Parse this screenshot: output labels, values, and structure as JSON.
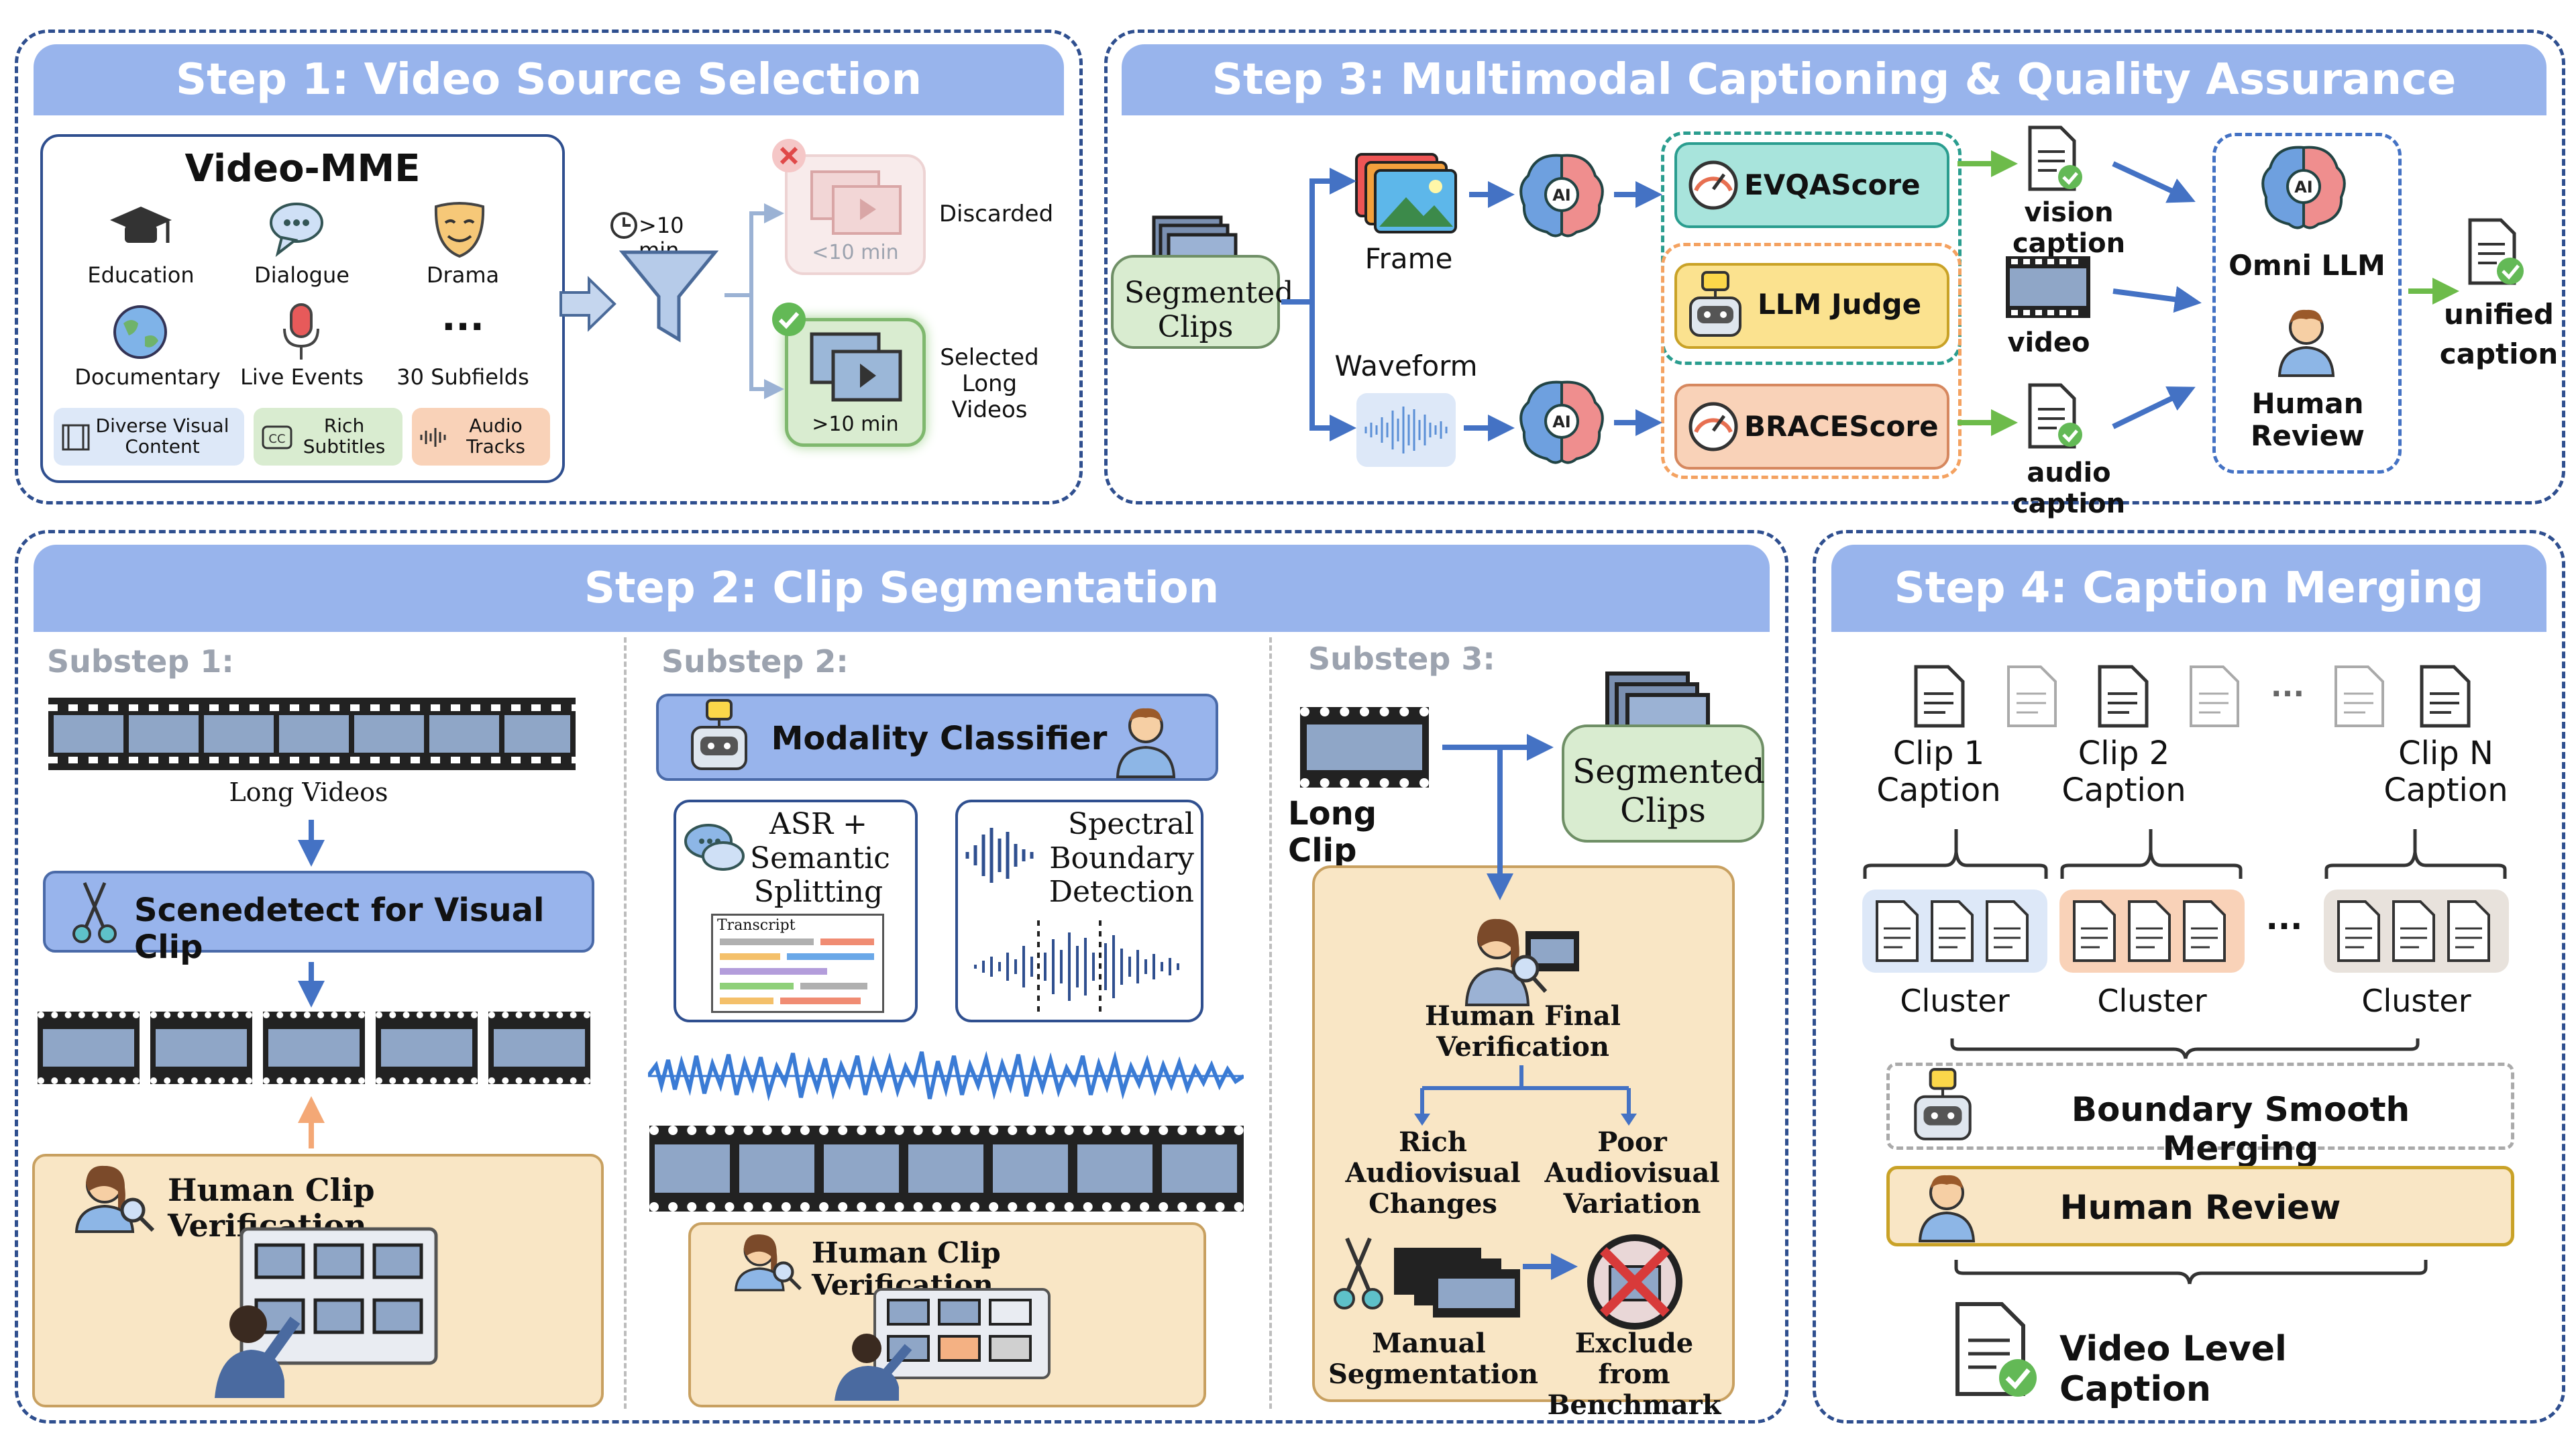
{
  "colors": {
    "border": "#2f4f8f",
    "banner": "#98b4ec",
    "arrow": "#4472c4",
    "green": "#d9ecd0",
    "peach": "#f9e6c5",
    "teal": "#a8e4dc",
    "yellow": "#fbe28f",
    "orange": "#f9d2b8",
    "lightblue": "#dde8f8"
  },
  "step1": {
    "title": "Step 1: Video Source Selection",
    "card_title": "Video-MME",
    "categories": [
      "Education",
      "Dialogue",
      "Drama",
      "Documentary",
      "Live Events",
      "30 Subfields"
    ],
    "tags": [
      "Diverse Visual Content",
      "Rich Subtitles",
      "Audio Tracks"
    ],
    "filter_label": ">10 min",
    "short_label": "<10 min",
    "discarded": "Discarded",
    "long_label": ">10 min",
    "selected": "Selected Long Videos"
  },
  "step3": {
    "title": "Step 3: Multimodal Captioning & Quality Assurance",
    "segmented_clips": "Segmented Clips",
    "frame": "Frame",
    "waveform": "Waveform",
    "evqa": "EVQAScore",
    "llm_judge": "LLM Judge",
    "brace": "BRACEScore",
    "vision_caption": "vision caption",
    "video": "video",
    "audio_caption": "audio caption",
    "omni": "Omni LLM",
    "human_review": "Human Review",
    "unified": "unified caption",
    "ai": "AI"
  },
  "step2": {
    "title": "Step 2: Clip Segmentation",
    "substep1": {
      "label": "Substep 1:",
      "long_videos": "Long Videos",
      "scenedetect": "Scenedetect for Visual Clip",
      "human_clip": "Human Clip Verification"
    },
    "substep2": {
      "label": "Substep 2:",
      "classifier": "Modality Classifier",
      "asr": "ASR + Semantic Splitting",
      "transcript": "Transcript",
      "spectral": "Spectral Boundary Detection",
      "human_clip": "Human Clip Verification"
    },
    "substep3": {
      "label": "Substep 3:",
      "long_clip": "Long Clip",
      "segmented": "Segmented Clips",
      "final": "Human Final Verification",
      "rich": "Rich Audiovisual Changes",
      "poor": "Poor Audiovisual Variation",
      "manual": "Manual Segmentation",
      "exclude": "Exclude from Benchmark"
    }
  },
  "step4": {
    "title": "Step 4: Caption Merging",
    "clip1": "Clip 1 Caption",
    "clip2": "Clip 2 Caption",
    "clipn": "Clip N Caption",
    "ellipsis": "···",
    "cluster": "Cluster",
    "boundary": "Boundary Smooth Merging",
    "human_review": "Human Review",
    "video_level": "Video Level Caption"
  }
}
